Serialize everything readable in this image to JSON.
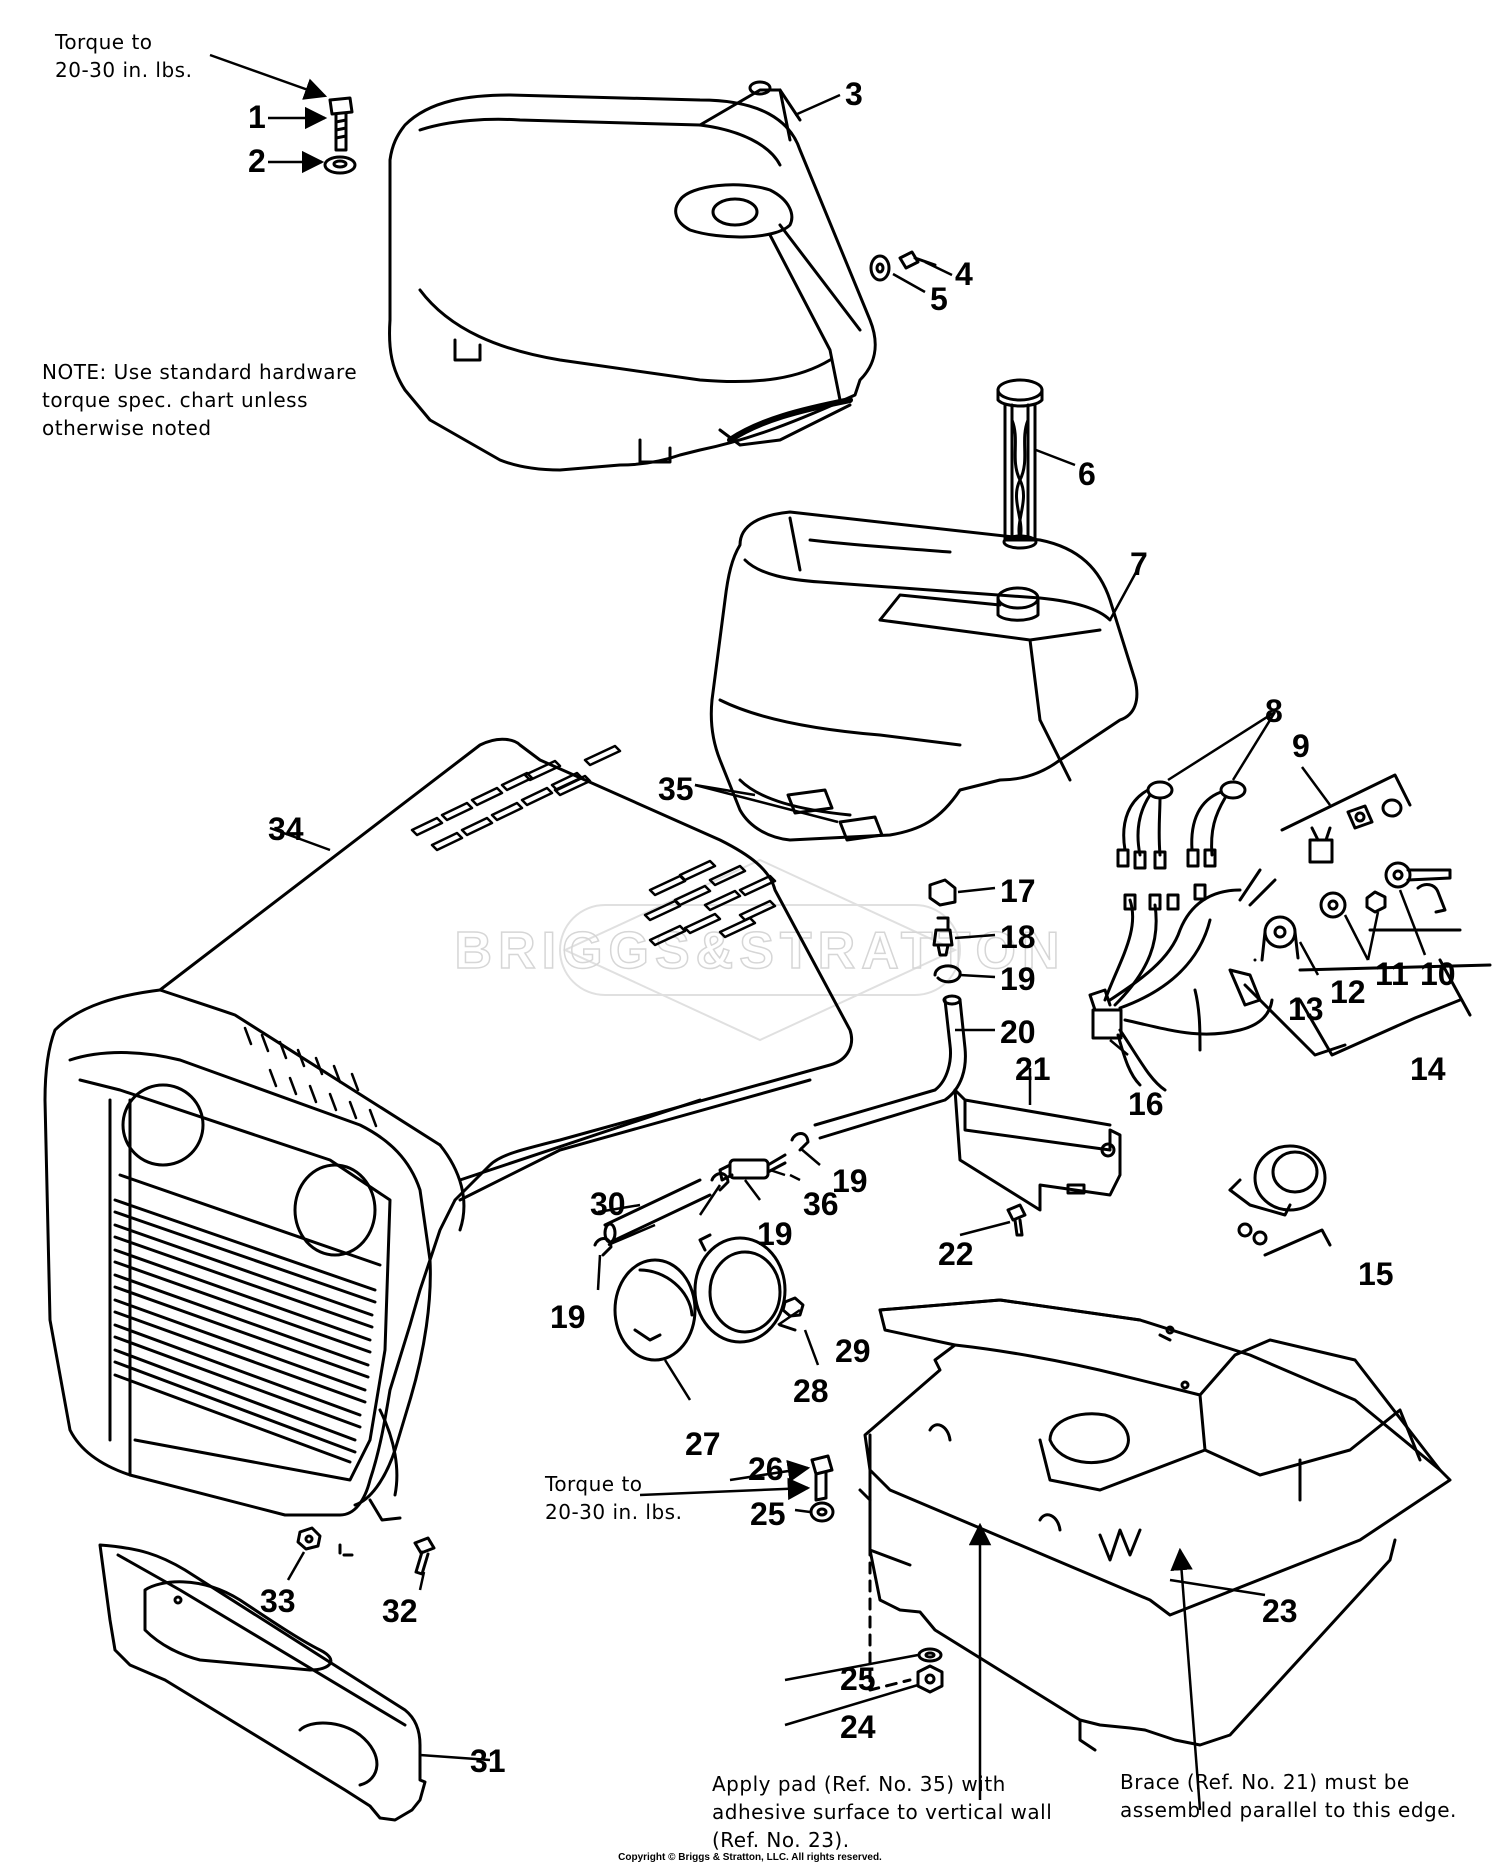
{
  "notes": {
    "torque_top": [
      "Torque to",
      "20-30 in. lbs."
    ],
    "hardware_note": [
      "NOTE: Use standard hardware",
      "torque spec. chart unless",
      "otherwise noted"
    ],
    "torque_bottom": [
      "Torque to",
      "20-30 in. lbs."
    ],
    "pad_note": [
      "Apply pad (Ref. No. 35) with",
      "adhesive surface to vertical wall",
      "(Ref. No. 23)."
    ],
    "brace_note": [
      "Brace (Ref. No. 21) must be",
      "assembled parallel to this edge."
    ]
  },
  "watermark": "BRIGGS&STRATTON",
  "copyright": "Copyright © Briggs & Stratton, LLC. All rights reserved.",
  "part_labels": {
    "p1": "1",
    "p2": "2",
    "p3": "3",
    "p4": "4",
    "p5": "5",
    "p6": "6",
    "p7": "7",
    "p8": "8",
    "p9": "9",
    "p10": "10",
    "p11": "11",
    "p12": "12",
    "p13": "13",
    "p14": "14",
    "p15": "15",
    "p16": "16",
    "p17": "17",
    "p18": "18",
    "p19a": "19",
    "p19b": "19",
    "p19c": "19",
    "p19d": "19",
    "p20": "20",
    "p21": "21",
    "p22": "22",
    "p23": "23",
    "p24": "24",
    "p25a": "25",
    "p25b": "25",
    "p26": "26",
    "p27": "27",
    "p28": "28",
    "p29": "29",
    "p30": "30",
    "p31": "31",
    "p32": "32",
    "p33": "33",
    "p34": "34",
    "p35": "35",
    "p36": "36"
  }
}
